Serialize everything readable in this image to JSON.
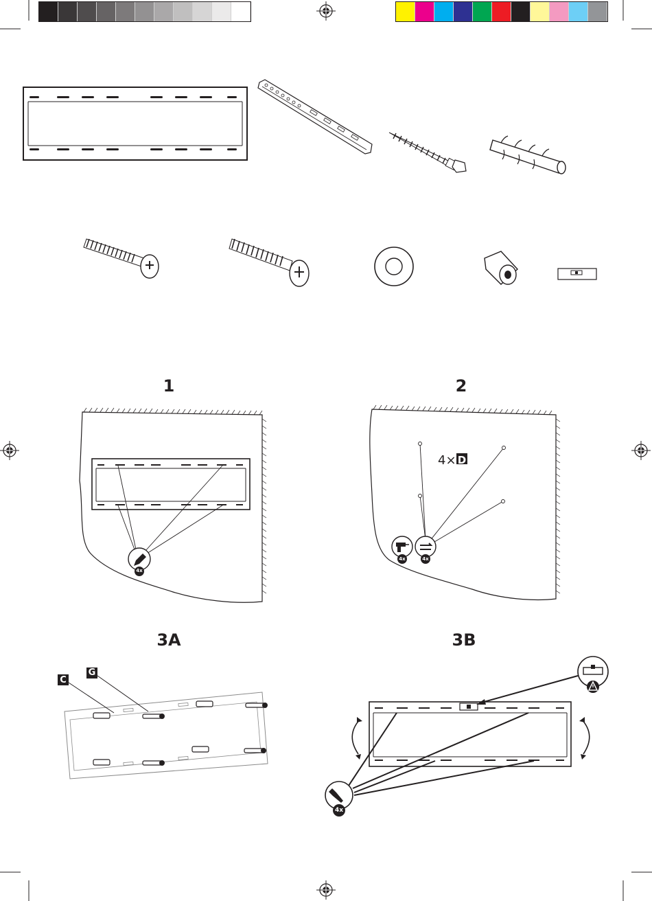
{
  "color_bars": {
    "gray_swatches": [
      "#231f20",
      "#3a3738",
      "#4f4c4d",
      "#666364",
      "#7d7a7b",
      "#939192",
      "#aaa8a9",
      "#c0bfbf",
      "#d6d5d5",
      "#ebeaea",
      "#ffffff"
    ],
    "color_swatches": [
      "#fff200",
      "#ec008c",
      "#00aeef",
      "#2e3192",
      "#00a651",
      "#ed1c24",
      "#231f20",
      "#fff799",
      "#f49ac1",
      "#6dcff6",
      "#939598"
    ]
  },
  "icons": {
    "registration_marks": [
      "registration-mark-icon",
      "registration-mark-icon",
      "registration-mark-icon",
      "registration-mark-icon"
    ],
    "tools": [
      "pencil-icon",
      "drill-icon",
      "hammer-icon",
      "screwdriver-icon",
      "spirit-level-icon",
      "warning-icon"
    ]
  },
  "steps": {
    "s1": {
      "label": "1",
      "count": "4x"
    },
    "s2": {
      "label": "2",
      "drill_count": "4x",
      "anchor_count": "4x",
      "part_count": "4×",
      "part_letter": "D"
    },
    "s3a": {
      "label": "3A",
      "part_c": "C",
      "part_g": "G"
    },
    "s3b": {
      "label": "3B",
      "count": "4x"
    }
  }
}
